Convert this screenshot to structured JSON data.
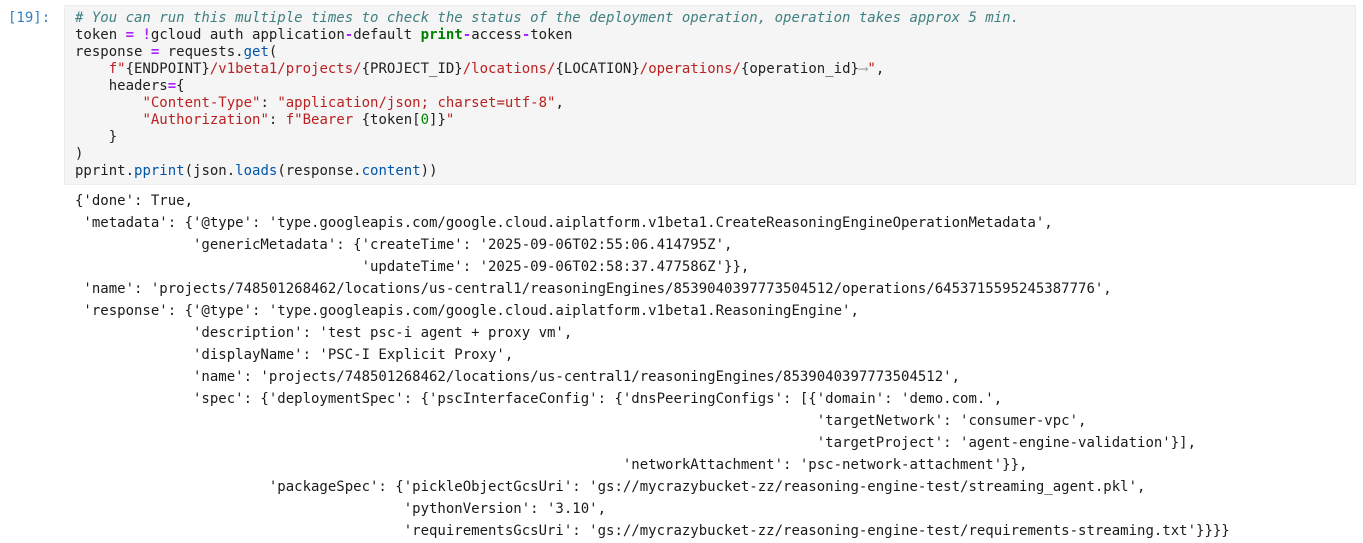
{
  "cell": {
    "prompt": "[19]:",
    "source_tokens": [
      [
        {
          "s": "# You can run this multiple times to check the status of the deployment operation, operation takes approx 5 min.",
          "c": "com"
        }
      ],
      [
        {
          "s": "token ",
          "c": "v"
        },
        {
          "s": "=",
          "c": "op"
        },
        {
          "s": " ",
          "c": "v"
        },
        {
          "s": "!",
          "c": "op"
        },
        {
          "s": "gcloud auth application",
          "c": "v"
        },
        {
          "s": "-",
          "c": "op"
        },
        {
          "s": "default ",
          "c": "v"
        },
        {
          "s": "print",
          "c": "kw"
        },
        {
          "s": "-",
          "c": "op"
        },
        {
          "s": "access",
          "c": "v"
        },
        {
          "s": "-",
          "c": "op"
        },
        {
          "s": "token",
          "c": "v"
        }
      ],
      [
        {
          "s": "response ",
          "c": "v"
        },
        {
          "s": "=",
          "c": "op"
        },
        {
          "s": " requests.",
          "c": "v"
        },
        {
          "s": "get",
          "c": "prop"
        },
        {
          "s": "(",
          "c": "v"
        }
      ],
      [
        {
          "s": "    ",
          "c": "v"
        },
        {
          "s": "f\"",
          "c": "str"
        },
        {
          "s": "{ENDPOINT}",
          "c": "v"
        },
        {
          "s": "/v1beta1/projects/",
          "c": "str"
        },
        {
          "s": "{PROJECT_ID}",
          "c": "v"
        },
        {
          "s": "/locations/",
          "c": "str"
        },
        {
          "s": "{LOCATION}",
          "c": "v"
        },
        {
          "s": "/operations/",
          "c": "str"
        },
        {
          "s": "{operation_id}",
          "c": "v"
        },
        {
          "s": "⟶",
          "c": "dim"
        },
        {
          "s": "\"",
          "c": "str"
        },
        {
          "s": ",",
          "c": "v"
        }
      ],
      [
        {
          "s": "    headers",
          "c": "v"
        },
        {
          "s": "=",
          "c": "op"
        },
        {
          "s": "{",
          "c": "v"
        }
      ],
      [
        {
          "s": "        ",
          "c": "v"
        },
        {
          "s": "\"Content-Type\"",
          "c": "str"
        },
        {
          "s": ": ",
          "c": "v"
        },
        {
          "s": "\"application/json; charset=utf-8\"",
          "c": "str"
        },
        {
          "s": ",",
          "c": "v"
        }
      ],
      [
        {
          "s": "        ",
          "c": "v"
        },
        {
          "s": "\"Authorization\"",
          "c": "str"
        },
        {
          "s": ": ",
          "c": "v"
        },
        {
          "s": "f\"Bearer ",
          "c": "str"
        },
        {
          "s": "{token[",
          "c": "v"
        },
        {
          "s": "0",
          "c": "num"
        },
        {
          "s": "]}",
          "c": "v"
        },
        {
          "s": "\"",
          "c": "str"
        }
      ],
      [
        {
          "s": "    }",
          "c": "v"
        }
      ],
      [
        {
          "s": ")",
          "c": "v"
        }
      ],
      [
        {
          "s": "pprint.",
          "c": "v"
        },
        {
          "s": "pprint",
          "c": "prop"
        },
        {
          "s": "(json.",
          "c": "v"
        },
        {
          "s": "loads",
          "c": "prop"
        },
        {
          "s": "(response.",
          "c": "v"
        },
        {
          "s": "content",
          "c": "prop"
        },
        {
          "s": "))",
          "c": "v"
        }
      ]
    ],
    "output_lines": [
      {
        "indent": 0,
        "text": "{'done': True,"
      },
      {
        "indent": 1,
        "text": "'metadata': {'@type': 'type.googleapis.com/google.cloud.aiplatform.v1beta1.CreateReasoningEngineOperationMetadata',"
      },
      {
        "indent": 14,
        "text": "'genericMetadata': {'createTime': '2025-09-06T02:55:06.414795Z',"
      },
      {
        "indent": 34,
        "text": "'updateTime': '2025-09-06T02:58:37.477586Z'}},"
      },
      {
        "indent": 1,
        "text": "'name': 'projects/748501268462/locations/us-central1/reasoningEngines/8539040397773504512/operations/6453715595245387776',"
      },
      {
        "indent": 1,
        "text": "'response': {'@type': 'type.googleapis.com/google.cloud.aiplatform.v1beta1.ReasoningEngine',"
      },
      {
        "indent": 14,
        "text": "'description': 'test psc-i agent + proxy vm',"
      },
      {
        "indent": 14,
        "text": "'displayName': 'PSC-I Explicit Proxy',"
      },
      {
        "indent": 14,
        "text": "'name': 'projects/748501268462/locations/us-central1/reasoningEngines/8539040397773504512',"
      },
      {
        "indent": 14,
        "text": "'spec': {'deploymentSpec': {'pscInterfaceConfig': {'dnsPeeringConfigs': [{'domain': 'demo.com.',"
      },
      {
        "indent": 88,
        "text": "'targetNetwork': 'consumer-vpc',"
      },
      {
        "indent": 88,
        "text": "'targetProject': 'agent-engine-validation'}],"
      },
      {
        "indent": 65,
        "text": "'networkAttachment': 'psc-network-attachment'}},"
      },
      {
        "indent": 23,
        "text": "'packageSpec': {'pickleObjectGcsUri': 'gs://mycrazybucket-zz/reasoning-engine-test/streaming_agent.pkl',"
      },
      {
        "indent": 39,
        "text": "'pythonVersion': '3.10',"
      },
      {
        "indent": 39,
        "text": "'requirementsGcsUri': 'gs://mycrazybucket-zz/reasoning-engine-test/requirements-streaming.txt'}}}}"
      }
    ]
  },
  "colors": {
    "prompt": "#307fc1",
    "editor_background": "#f5f5f5",
    "comment": "#408080",
    "keyword": "#008000",
    "operator": "#aa22ff",
    "string": "#ba2121",
    "number": "#008800",
    "property": "#0055aa",
    "code_text": "#212121",
    "output_text": "#1a1a1a"
  }
}
